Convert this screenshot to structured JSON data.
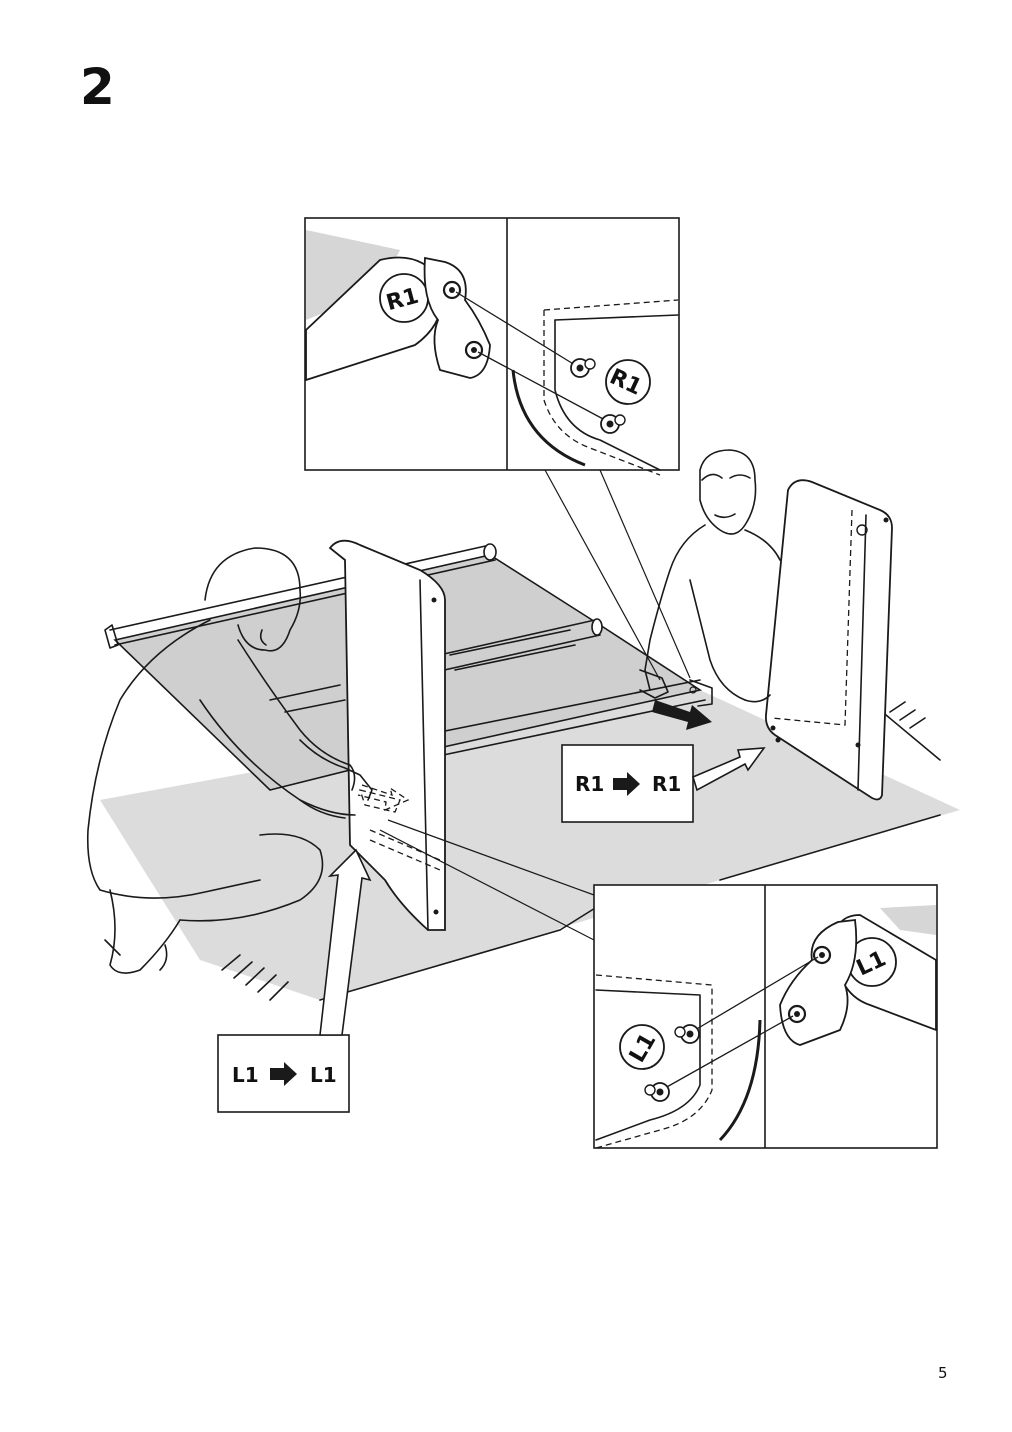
{
  "step": {
    "number": "2"
  },
  "page": {
    "number": "5"
  },
  "callouts": {
    "right": {
      "from": "R1",
      "to": "R1"
    },
    "left": {
      "from": "L1",
      "to": "L1"
    }
  },
  "detail_top": {
    "part_label_frame": "R1",
    "part_label_panel": "R1"
  },
  "detail_bottom": {
    "part_label_frame": "L1",
    "part_label_panel": "L1"
  },
  "colors": {
    "floor": "#dcdcdc",
    "ink": "#1a1a1a",
    "fabric": "#cfcfcf"
  }
}
